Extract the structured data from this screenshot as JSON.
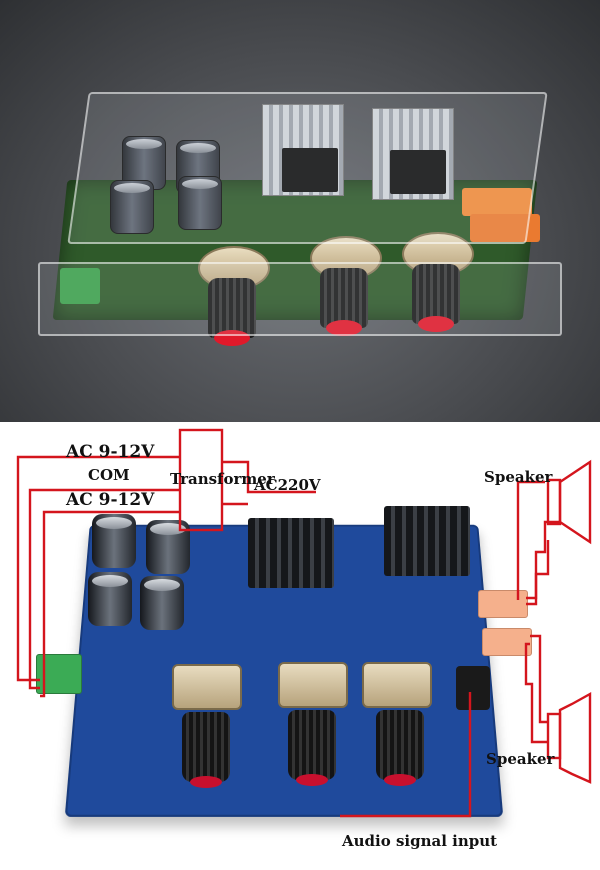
{
  "labels": {
    "ac_top": "AC 9-12V",
    "com": "COM",
    "ac_bottom": "AC 9-12V",
    "transformer": "Transformer",
    "ac220": "AC220V",
    "speaker_top": "Speaker",
    "speaker_bottom": "Speaker",
    "audio_input": "Audio signal input"
  },
  "colors": {
    "wire": "#d4151d",
    "pcb_blue": "#1f4a9c",
    "pcb_green": "#2f5a2a",
    "knob_cap": "#e0192a"
  }
}
